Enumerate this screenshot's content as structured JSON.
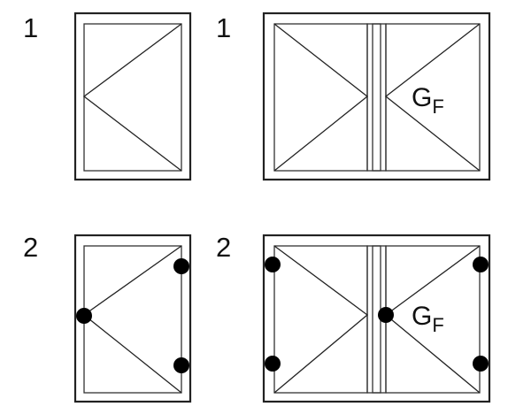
{
  "rows": [
    {
      "id": "row-1",
      "label": "1",
      "single_window": {
        "hinge_markers": false
      },
      "double_window": {
        "label_main": "G",
        "label_sub": "F",
        "hinge_markers": false
      }
    },
    {
      "id": "row-2",
      "label": "2",
      "single_window": {
        "hinge_markers": true,
        "hinge_count": 3
      },
      "double_window": {
        "label_main": "G",
        "label_sub": "F",
        "hinge_markers": true,
        "hinge_count": 5
      }
    }
  ],
  "colors": {
    "line": "#222222",
    "marker": "#000000",
    "background": "#ffffff"
  }
}
